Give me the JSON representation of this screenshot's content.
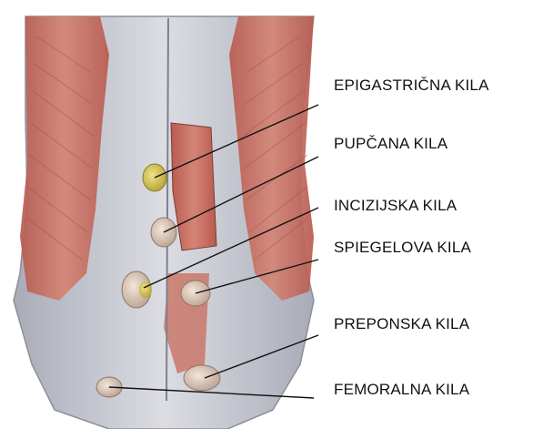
{
  "labels": {
    "epigastric": "EPIGASTRIČNA KILA",
    "umbilical": "PUPČANA KILA",
    "incisional": "INCIZIJSKA KILA",
    "spigelian": "SPIEGELOVA KILA",
    "inguinal": "PREPONSKA KILA",
    "femoral": "FEMORALNA KILA"
  },
  "colors": {
    "muscle": "#c46a5e",
    "fascia": "#c9cbd3",
    "hernia_yellow": "#d8c85a",
    "hernia_pale": "#e2d2c4",
    "line": "#111111"
  }
}
